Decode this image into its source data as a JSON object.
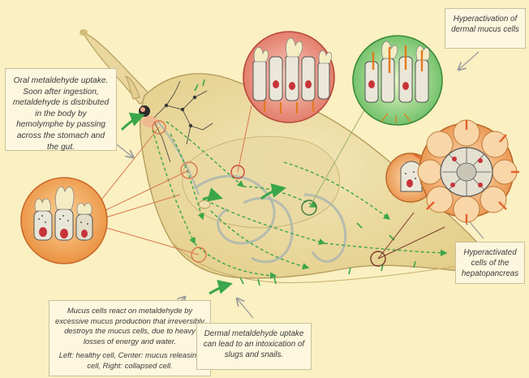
{
  "callouts": {
    "oral_uptake": "Oral metaldehyde uptake. Soon after ingestion, metaldehyde is distributed in the body by hemolymphe by passing across the stomach and the gut.",
    "dermal_mucus_hyperactivation": "Hyperactivation of dermal mucus cells",
    "hepatopancreas": "Hyperactivated cells of the hepatopancreas",
    "mucus_cells_main": "Mucus cells react on metaldehyde by excessive mucus production that irreversibly destroys the mucus cells, due to heavy losses of energy and water.",
    "mucus_cells_sub": "Left: healthy cell, Center: mucus releasing cell, Right: collapsed cell.",
    "dermal_uptake": "Dermal metaldehyde uptake can lead to an intoxication of slugs and snails."
  },
  "colors": {
    "background": "#faf0c2",
    "slug_body": "#e9d79e",
    "slug_outline": "#b59c5e",
    "hemolymph_arrows": "#3aa64a",
    "inset_red": "#e37a67",
    "inset_green": "#7bc873",
    "inset_orange": "#f0a04a",
    "leader_lines": "#d8784e",
    "callout_bg": "#fdf7df"
  },
  "icons": [
    "slug-body",
    "mouth-icon",
    "hemolymph-arrows",
    "inset-mucus-cells-oral",
    "inset-mucus-cells-dermal",
    "inset-hepatopancreas"
  ]
}
